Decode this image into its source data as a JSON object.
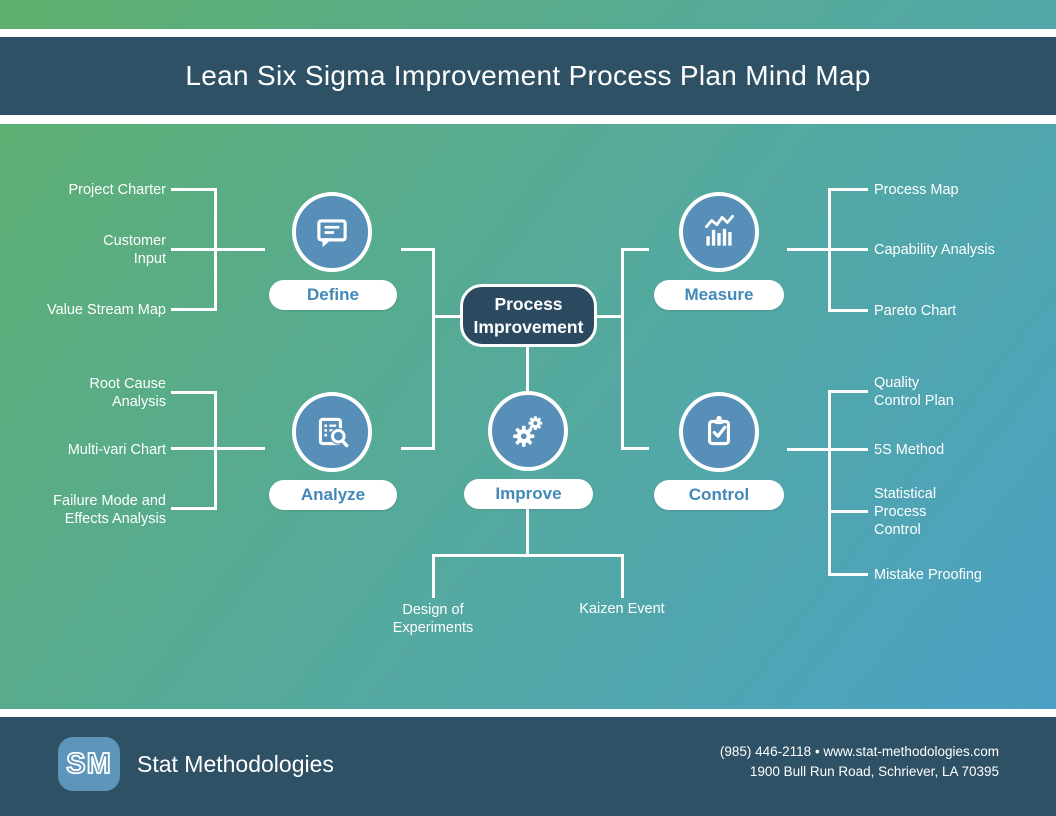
{
  "title": "Lean Six Sigma Improvement Process Plan Mind Map",
  "center_node": {
    "label": "Process\nImprovement"
  },
  "branches": {
    "define": {
      "label": "Define",
      "icon": "speech-bubble-icon",
      "items": [
        "Project Charter",
        "Customer\nInput",
        "Value Stream Map"
      ]
    },
    "measure": {
      "label": "Measure",
      "icon": "bar-chart-icon",
      "items": [
        "Process Map",
        "Capability Analysis",
        "Pareto Chart"
      ]
    },
    "analyze": {
      "label": "Analyze",
      "icon": "document-search-icon",
      "items": [
        "Root Cause\nAnalysis",
        "Multi-vari Chart",
        "Failure Mode and\nEffects Analysis"
      ]
    },
    "improve": {
      "label": "Improve",
      "icon": "gears-icon",
      "items": [
        "Design of\nExperiments",
        "Kaizen Event"
      ]
    },
    "control": {
      "label": "Control",
      "icon": "clipboard-check-icon",
      "items": [
        "Quality\nControl Plan",
        "5S Method",
        "Statistical\nProcess\nControl",
        "Mistake Proofing"
      ]
    }
  },
  "footer": {
    "logo_text": "SM",
    "company_name": "Stat Methodologies",
    "contact_line1": "(985) 446-2118  •  www.stat-methodologies.com",
    "contact_line2": "1900 Bull Run Road, Schriever, LA 70395"
  },
  "colors": {
    "header_bg": "#2f5166",
    "node_bg": "#2b4a5f",
    "circle_fill": "#578fb8",
    "pill_text": "#4289b8",
    "logo_bg": "#5d95bb",
    "gradient_start": "#5fb06e",
    "gradient_end": "#4aa0ca",
    "connector": "#ffffff"
  }
}
